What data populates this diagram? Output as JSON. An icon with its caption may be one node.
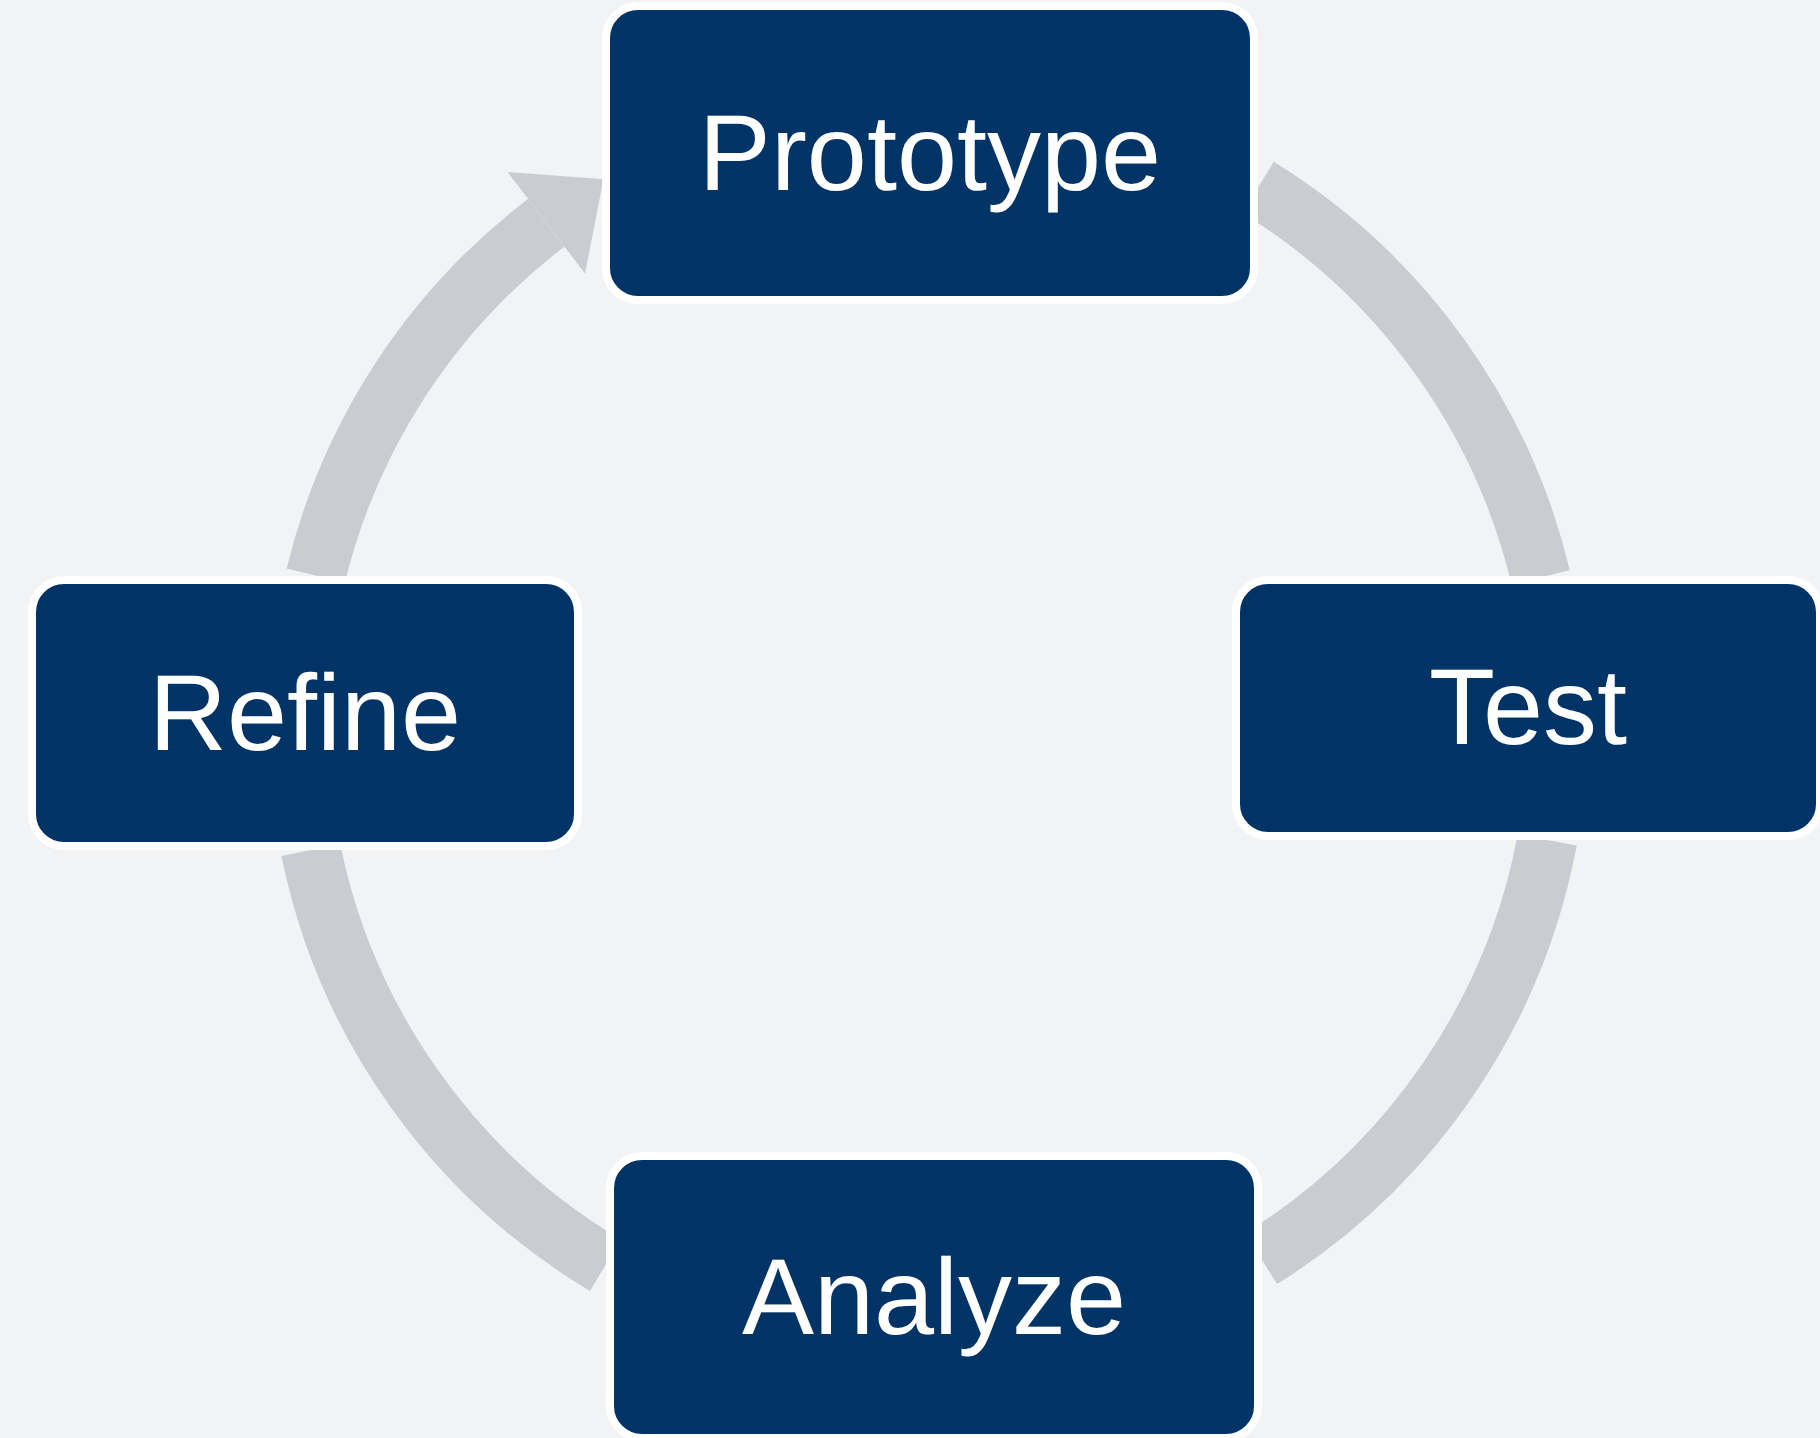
{
  "diagram": {
    "nodes": [
      {
        "text": [
          "Prototype"
        ]
      },
      {
        "text": [
          "Test"
        ]
      },
      {
        "text": [
          "Analyze"
        ]
      },
      {
        "text": [
          "Refine"
        ]
      }
    ],
    "edges": [
      {
        "from": 0,
        "to": 1,
        "arrow": "none"
      },
      {
        "from": 1,
        "to": 2,
        "arrow": "none"
      },
      {
        "from": 2,
        "to": 3,
        "arrow": "none"
      },
      {
        "from": 3,
        "to": 0,
        "arrow": "to"
      }
    ]
  }
}
